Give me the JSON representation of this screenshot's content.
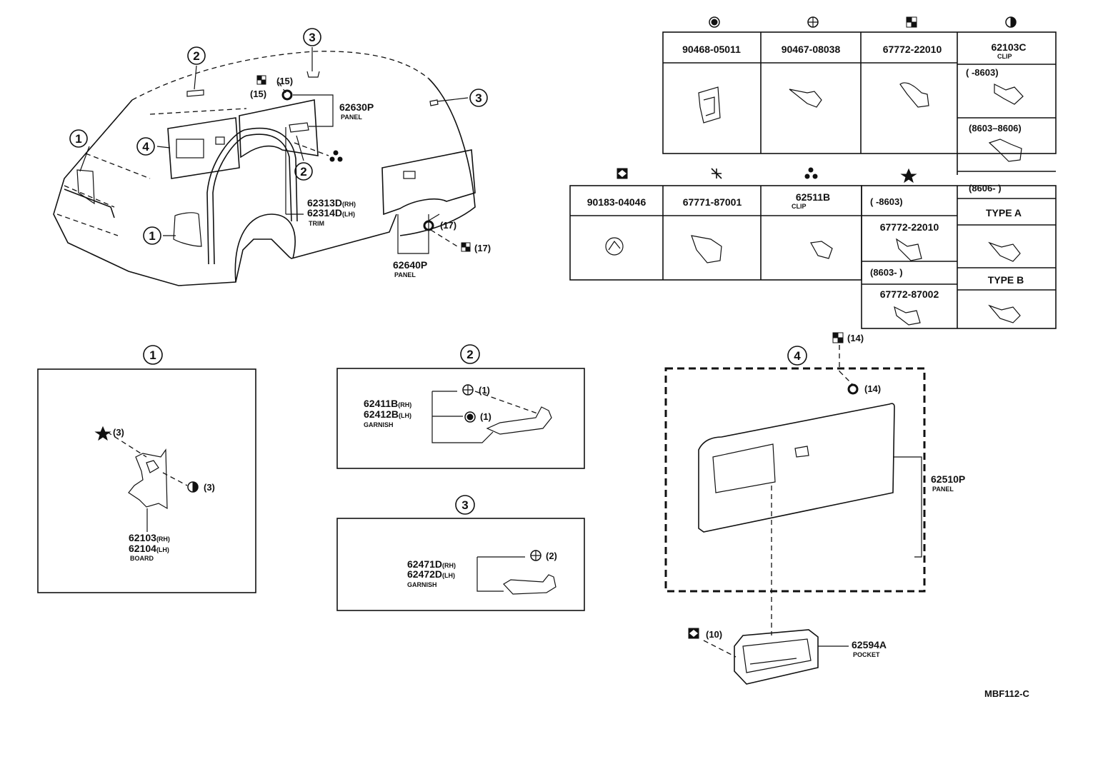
{
  "diagram_code": "MBF112-C",
  "overview": {
    "callouts": [
      "1",
      "2",
      "3",
      "4"
    ],
    "panel_62630P": {
      "part": "62630P",
      "desc": "PANEL",
      "qty": "(15)",
      "qty2": "(15)"
    },
    "trim": {
      "part_rh": "62313D",
      "part_lh": "62314D",
      "rh": "(RH)",
      "lh": "(LH)",
      "desc": "TRIM"
    },
    "panel_62640P": {
      "part": "62640P",
      "desc": "PANEL",
      "qty": "(17)",
      "qty2": "(17)"
    }
  },
  "fastener_table": {
    "row1": [
      {
        "symbol": "filled-circle-ring-icon",
        "part": "90468-05011"
      },
      {
        "symbol": "circle-cross-icon",
        "part": "90467-08038"
      },
      {
        "symbol": "checker-square-icon",
        "part": "67772-22010"
      },
      {
        "symbol": "half-circle-icon",
        "part": "62103C",
        "desc": "CLIP"
      }
    ],
    "clip_62103C_ranges": [
      "(        -8603)",
      "(8603–8606)",
      "(8606-        )"
    ],
    "row2": [
      {
        "symbol": "diamond-square-icon",
        "part": "90183-04046"
      },
      {
        "symbol": "pinwheel-icon",
        "part": "67771-87001"
      },
      {
        "symbol": "three-dots-icon",
        "part": "62511B",
        "desc": "CLIP"
      },
      {
        "symbol": "star-icon",
        "range1": "(        -8603)",
        "part1": "67772-22010",
        "range2": "(8603-        )",
        "part2": "67772-87002"
      }
    ],
    "types": [
      "TYPE A",
      "TYPE B"
    ]
  },
  "detail_1": {
    "callout": "1",
    "part_rh": "62103",
    "part_lh": "62104",
    "rh": "(RH)",
    "lh": "(LH)",
    "desc": "BOARD",
    "qty_star": "(3)",
    "qty_half": "(3)"
  },
  "detail_2": {
    "callout": "2",
    "part_rh": "62411B",
    "part_lh": "62412B",
    "rh": "(RH)",
    "lh": "(LH)",
    "desc": "GARNISH",
    "qty_cross": "(1)",
    "qty_ring": "(1)"
  },
  "detail_3": {
    "callout": "3",
    "part_rh": "62471D",
    "part_lh": "62472D",
    "rh": "(RH)",
    "lh": "(LH)",
    "desc": "GARNISH",
    "qty_cross": "(2)"
  },
  "detail_4": {
    "callout": "4",
    "qty_checker": "(14)",
    "qty_ring": "(14)",
    "panel_part": "62510P",
    "panel_desc": "PANEL",
    "qty_diamond": "(10)",
    "pocket_part": "62594A",
    "pocket_desc": "POCKET"
  }
}
